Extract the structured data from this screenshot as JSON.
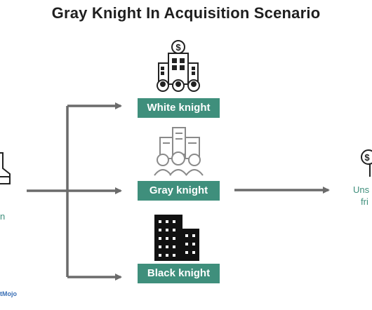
{
  "title": "Gray Knight In Acquisition Scenario",
  "nodes": {
    "white": {
      "label": "White knight",
      "icon": "corporate-buildings-with-dollar-sign-icon"
    },
    "gray": {
      "label": "Gray knight",
      "icon": "gray-buildings-with-people-icon"
    },
    "black": {
      "label": "Black knight",
      "icon": "black-skyscraper-icon"
    }
  },
  "left_fragment": {
    "text": "n",
    "icon": "person-at-desk-icon"
  },
  "right_fragment": {
    "line1": "Uns",
    "line2": "fri",
    "icon": "dollar-sign-icon"
  },
  "brand": {
    "text": "tMojo"
  },
  "colors": {
    "accent": "#3f8f7c",
    "arrow": "#6b6b6b",
    "brand": "#3a6fb5"
  }
}
